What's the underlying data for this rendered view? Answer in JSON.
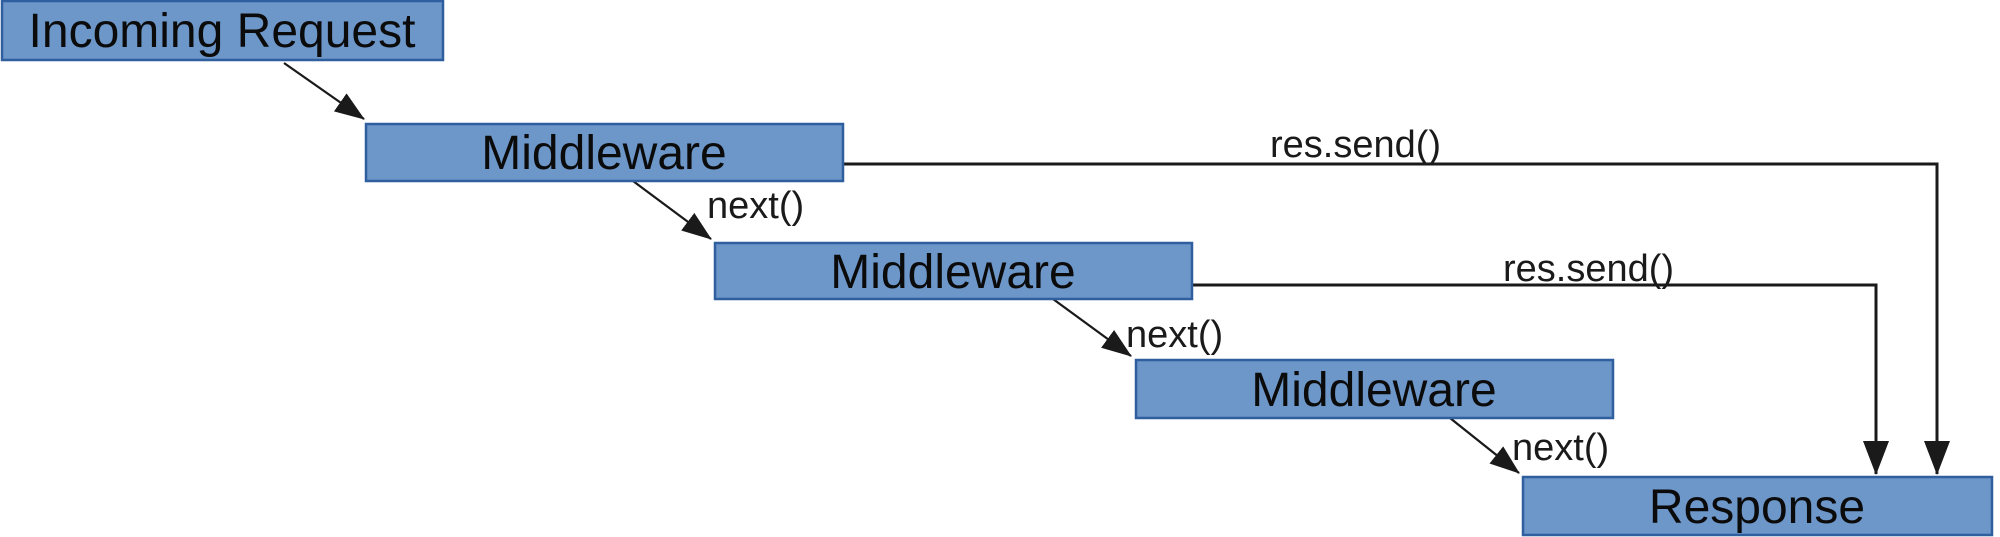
{
  "diagram": {
    "nodes": [
      {
        "id": "incoming-request",
        "label": "Incoming Request"
      },
      {
        "id": "middleware-1",
        "label": "Middleware"
      },
      {
        "id": "middleware-2",
        "label": "Middleware"
      },
      {
        "id": "middleware-3",
        "label": "Middleware"
      },
      {
        "id": "response",
        "label": "Response"
      }
    ],
    "edge_labels": {
      "next1": "next()",
      "next2": "next()",
      "next3": "next()",
      "res_send1": "res.send()",
      "res_send2": "res.send()"
    },
    "colors": {
      "node_fill": "#6d96c9",
      "node_border": "#2f5f9e",
      "edge": "#1a1a1a",
      "node_text": "#0b0b0b",
      "label_text": "#1a1a1a",
      "background": "#ffffff"
    }
  }
}
